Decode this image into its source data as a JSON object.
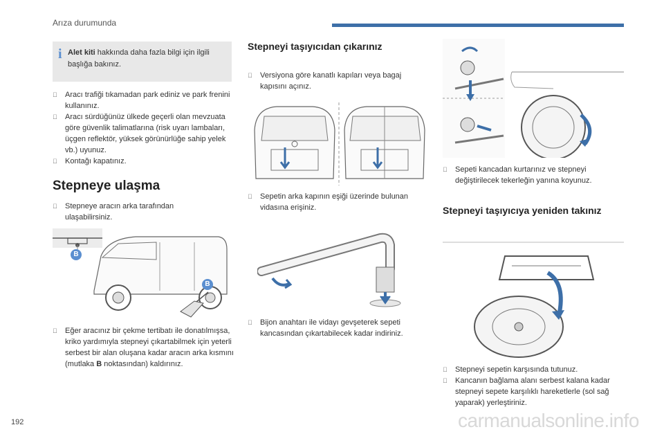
{
  "header": {
    "section": "Arıza durumunda"
  },
  "page_number": "192",
  "watermark": "carmanualsonline.info",
  "info_box": {
    "bold": "Alet kiti",
    "text": " hakkında daha fazla bilgi için ilgili başlığa bakınız."
  },
  "col1": {
    "bullets_top": [
      "Aracı trafiği tıkamadan park ediniz ve park frenini kullanınız.",
      "Aracı sürdüğünüz ülkede geçerli olan mevzuata göre güvenlik talimatlarına (risk uyarı lambaları, üçgen reflektör, yüksek görünürlüğe sahip yelek vb.) uyunuz.",
      "Kontağı kapatınız."
    ],
    "heading": "Stepneye ulaşma",
    "bullet_access": "Stepneye aracın arka tarafından ulaşabilirsiniz.",
    "label_b": "B",
    "bullet_tow_pre": "Eğer aracınız bir çekme tertibatı ile donatılmışsa, kriko yardımıyla stepneyi çıkartabilmek için yeterli serbest bir alan oluşana kadar aracın arka kısmını (mutlaka ",
    "bullet_tow_bold": "B",
    "bullet_tow_post": " noktasından) kaldırınız."
  },
  "col2": {
    "heading": "Stepneyi taşıyıcıdan çıkarınız",
    "bullet_doors": "Versiyona göre kanatlı kapıları veya bagaj kapısını açınız.",
    "bullet_screw": "Sepetin arka kapının eşiği üzerinde bulunan vidasına erişiniz.",
    "bullet_wrench": "Bijon anahtarı ile vidayı gevşeterek sepeti kancasından çıkartabilecek kadar indiriniz."
  },
  "col3": {
    "bullet_remove": "Sepeti kancadan kurtarınız ve stepneyi değiştirilecek tekerleğin yanına koyunuz.",
    "heading": "Stepneyi taşıyıcıya yeniden takınız",
    "bullets_refit": [
      "Stepneyi sepetin karşısında tutunuz.",
      "Kancanın bağlama alanı serbest kalana kadar stepneyi sepete karşılıklı hareketlerle (sol sağ yaparak) yerleştiriniz."
    ]
  },
  "colors": {
    "accent": "#3d6fa8",
    "icon_blue": "#5b8fd0"
  },
  "icons": {
    "bullet": "arrow-bullet-icon",
    "info": "info-icon"
  }
}
